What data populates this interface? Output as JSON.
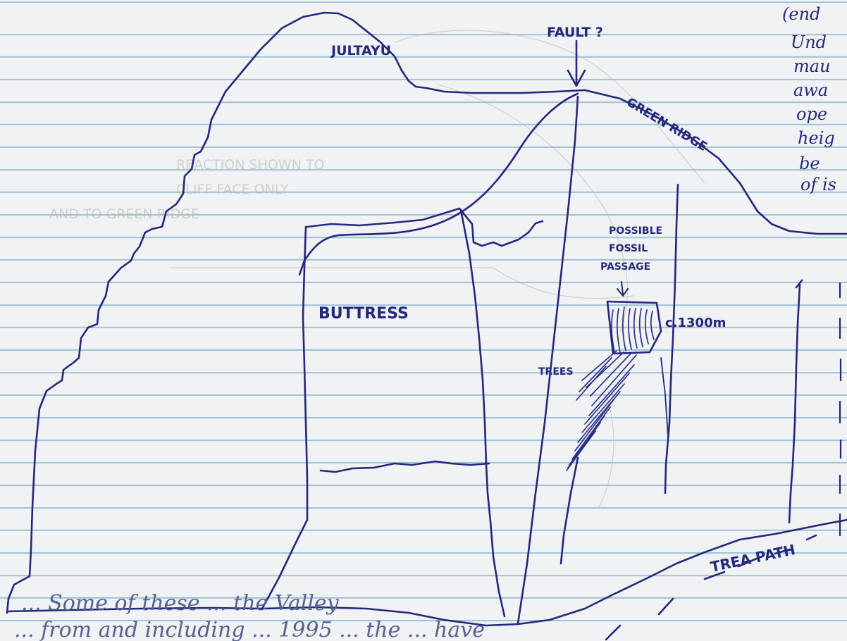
{
  "labels": {
    "peak": "JULTAYU",
    "fault": "FAULT ?",
    "ridge": "GREEN RIDGE",
    "buttress": "BUTTRESS",
    "passage_1": "POSSIBLE",
    "passage_2": "FOSSIL",
    "passage_3": "PASSAGE",
    "altitude": "c.1300m",
    "trees": "TREES",
    "path": "TREA PATH"
  },
  "margin_note": [
    "(end",
    "Und",
    "mau",
    "awa",
    "ope",
    "heig",
    "be",
    "of is"
  ],
  "bottom_text": [
    "... Some of these ... the Valley",
    "... from and including ... 1995 ... the ... have"
  ],
  "bleed_through": [
    "REACTION SHOWN TO",
    "CLIFF FACE ONLY",
    "AND TO GREEN RIDGE"
  ],
  "colors": {
    "ink": "#24287a",
    "rule_line": "#9fc3da",
    "paper": "#f1f2f3"
  }
}
